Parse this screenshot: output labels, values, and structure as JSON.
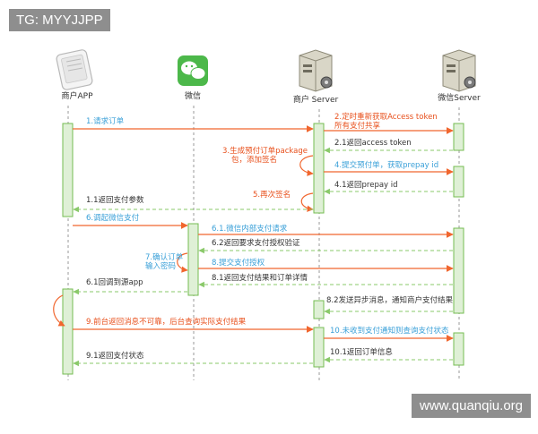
{
  "tags": {
    "top": "TG: MYYJJPP",
    "bottom": "www.quanqiu.org"
  },
  "colors": {
    "black_arrow": "#666666",
    "blue_arrow": "#f1662e",
    "green_return": "#8ac96a",
    "orange_text": "#e8501c",
    "blue_text": "#3aa0d8",
    "activation_fill": "#dff0d6",
    "activation_stroke": "#76bc52",
    "lifeline": "#9a9a9a"
  },
  "participants": [
    {
      "id": "merchant_app",
      "label": "商户APP",
      "icon": "phone-icon"
    },
    {
      "id": "wechat",
      "label": "微信",
      "icon": "wechat-icon"
    },
    {
      "id": "merchant_server",
      "label": "商户 Server",
      "icon": "server-icon"
    },
    {
      "id": "wechat_server",
      "label": "微信Server",
      "icon": "server-icon"
    }
  ],
  "messages": [
    {
      "id": "m1",
      "label": "1.请求订单",
      "style": "request",
      "text_color": "blue"
    },
    {
      "id": "m2",
      "label": "2.定时重新获取Access token",
      "label2": "所有支付共享",
      "style": "request",
      "text_color": "orange"
    },
    {
      "id": "m21",
      "label": "2.1返回access token",
      "style": "return",
      "text_color": "dark"
    },
    {
      "id": "m3",
      "label": "3.生成预付订单package",
      "label2": "包，添加签名",
      "style": "self",
      "text_color": "orange"
    },
    {
      "id": "m4",
      "label": "4.提交预付单，获取prepay id",
      "style": "request",
      "text_color": "blue"
    },
    {
      "id": "m41",
      "label": "4.1返回prepay id",
      "style": "return",
      "text_color": "dark"
    },
    {
      "id": "m5",
      "label": "5.再次签名",
      "style": "self",
      "text_color": "orange"
    },
    {
      "id": "m11",
      "label": "1.1返回支付参数",
      "style": "return",
      "text_color": "dark"
    },
    {
      "id": "m6",
      "label": "6.调起微信支付",
      "style": "request",
      "text_color": "blue"
    },
    {
      "id": "m61",
      "label": "6.1.微信内部支付请求",
      "style": "request",
      "text_color": "blue"
    },
    {
      "id": "m62",
      "label": "6.2返回要求支付授权验证",
      "style": "return",
      "text_color": "dark"
    },
    {
      "id": "m7",
      "label": "7.确认订单",
      "label2": "输入密码",
      "style": "self",
      "text_color": "blue"
    },
    {
      "id": "m8",
      "label": "8.提交支付授权",
      "style": "request",
      "text_color": "blue"
    },
    {
      "id": "m81",
      "label": "8.1返回支付结果和订单详情",
      "style": "return",
      "text_color": "dark"
    },
    {
      "id": "m61b",
      "label": "6.1回调到源app",
      "style": "return",
      "text_color": "dark"
    },
    {
      "id": "m82",
      "label": "8.2发送异步消息，通知商户支付结果",
      "style": "return",
      "text_color": "dark"
    },
    {
      "id": "m9",
      "label": "9.前台返回消息不可靠，后台查询实际支付结果",
      "style": "request",
      "text_color": "orange"
    },
    {
      "id": "m10",
      "label": "10.未收到支付通知则查询支付状态",
      "style": "request",
      "text_color": "blue"
    },
    {
      "id": "m101",
      "label": "10.1返回订单信息",
      "style": "return",
      "text_color": "dark"
    },
    {
      "id": "m91",
      "label": "9.1返回支付状态",
      "style": "return",
      "text_color": "dark"
    }
  ]
}
